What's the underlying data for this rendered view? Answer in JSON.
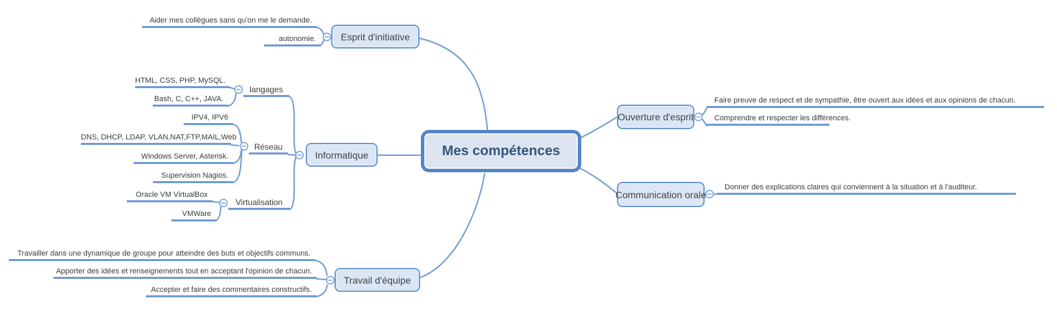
{
  "colors": {
    "line": "#6f9bd4",
    "topic_fill": "#dbe6f5",
    "topic_border": "#6c99d3",
    "central_fill": "#dee4ef",
    "central_border": "#5685c6",
    "central_text": "#32567e",
    "text": "#3b3b3b"
  },
  "map": {
    "central": {
      "label": "Mes compétences"
    },
    "branches": [
      {
        "label": "Esprit d'initiative",
        "side": "left",
        "children": [
          {
            "label": "Aider mes collègues sans qu'on me le demande."
          },
          {
            "label": "autonomie."
          }
        ]
      },
      {
        "label": "Informatique",
        "side": "left",
        "children": [
          {
            "label": "langages",
            "children": [
              {
                "label": "HTML, CSS, PHP, MySQL."
              },
              {
                "label": "Bash, C, C++, JAVA."
              }
            ]
          },
          {
            "label": "Réseau",
            "children": [
              {
                "label": "IPV4, IPV6"
              },
              {
                "label": "DNS, DHCP, LDAP, VLAN,NAT,FTP,MAIL,Web"
              },
              {
                "label": "Windows Server, Asterisk."
              },
              {
                "label": "Supervision Nagios."
              }
            ]
          },
          {
            "label": "Virtualisation",
            "children": [
              {
                "label": "Oracle VM VirtualBox"
              },
              {
                "label": "VMWare"
              }
            ]
          }
        ]
      },
      {
        "label": "Travail d'équipe",
        "side": "left",
        "children": [
          {
            "label": "Travailler dans une dynamique de groupe pour atteindre des buts et objectifs communs."
          },
          {
            "label": "Apporter des idées et renseignements tout en acceptant l'opinion de chacun."
          },
          {
            "label": "Accepter et faire des commentaires constructifs."
          }
        ]
      },
      {
        "label": "Ouverture d'esprit",
        "side": "right",
        "children": [
          {
            "label": "Faire preuve de respect et de sympathie, être ouvert aux idées et aux opinions de chacun."
          },
          {
            "label": "Comprendre et respecter les différences."
          }
        ]
      },
      {
        "label": "Communication orale",
        "side": "right",
        "children": [
          {
            "label": "Donner des explications claires qui conviennent à la situation et à l'auditeur."
          }
        ]
      }
    ]
  }
}
